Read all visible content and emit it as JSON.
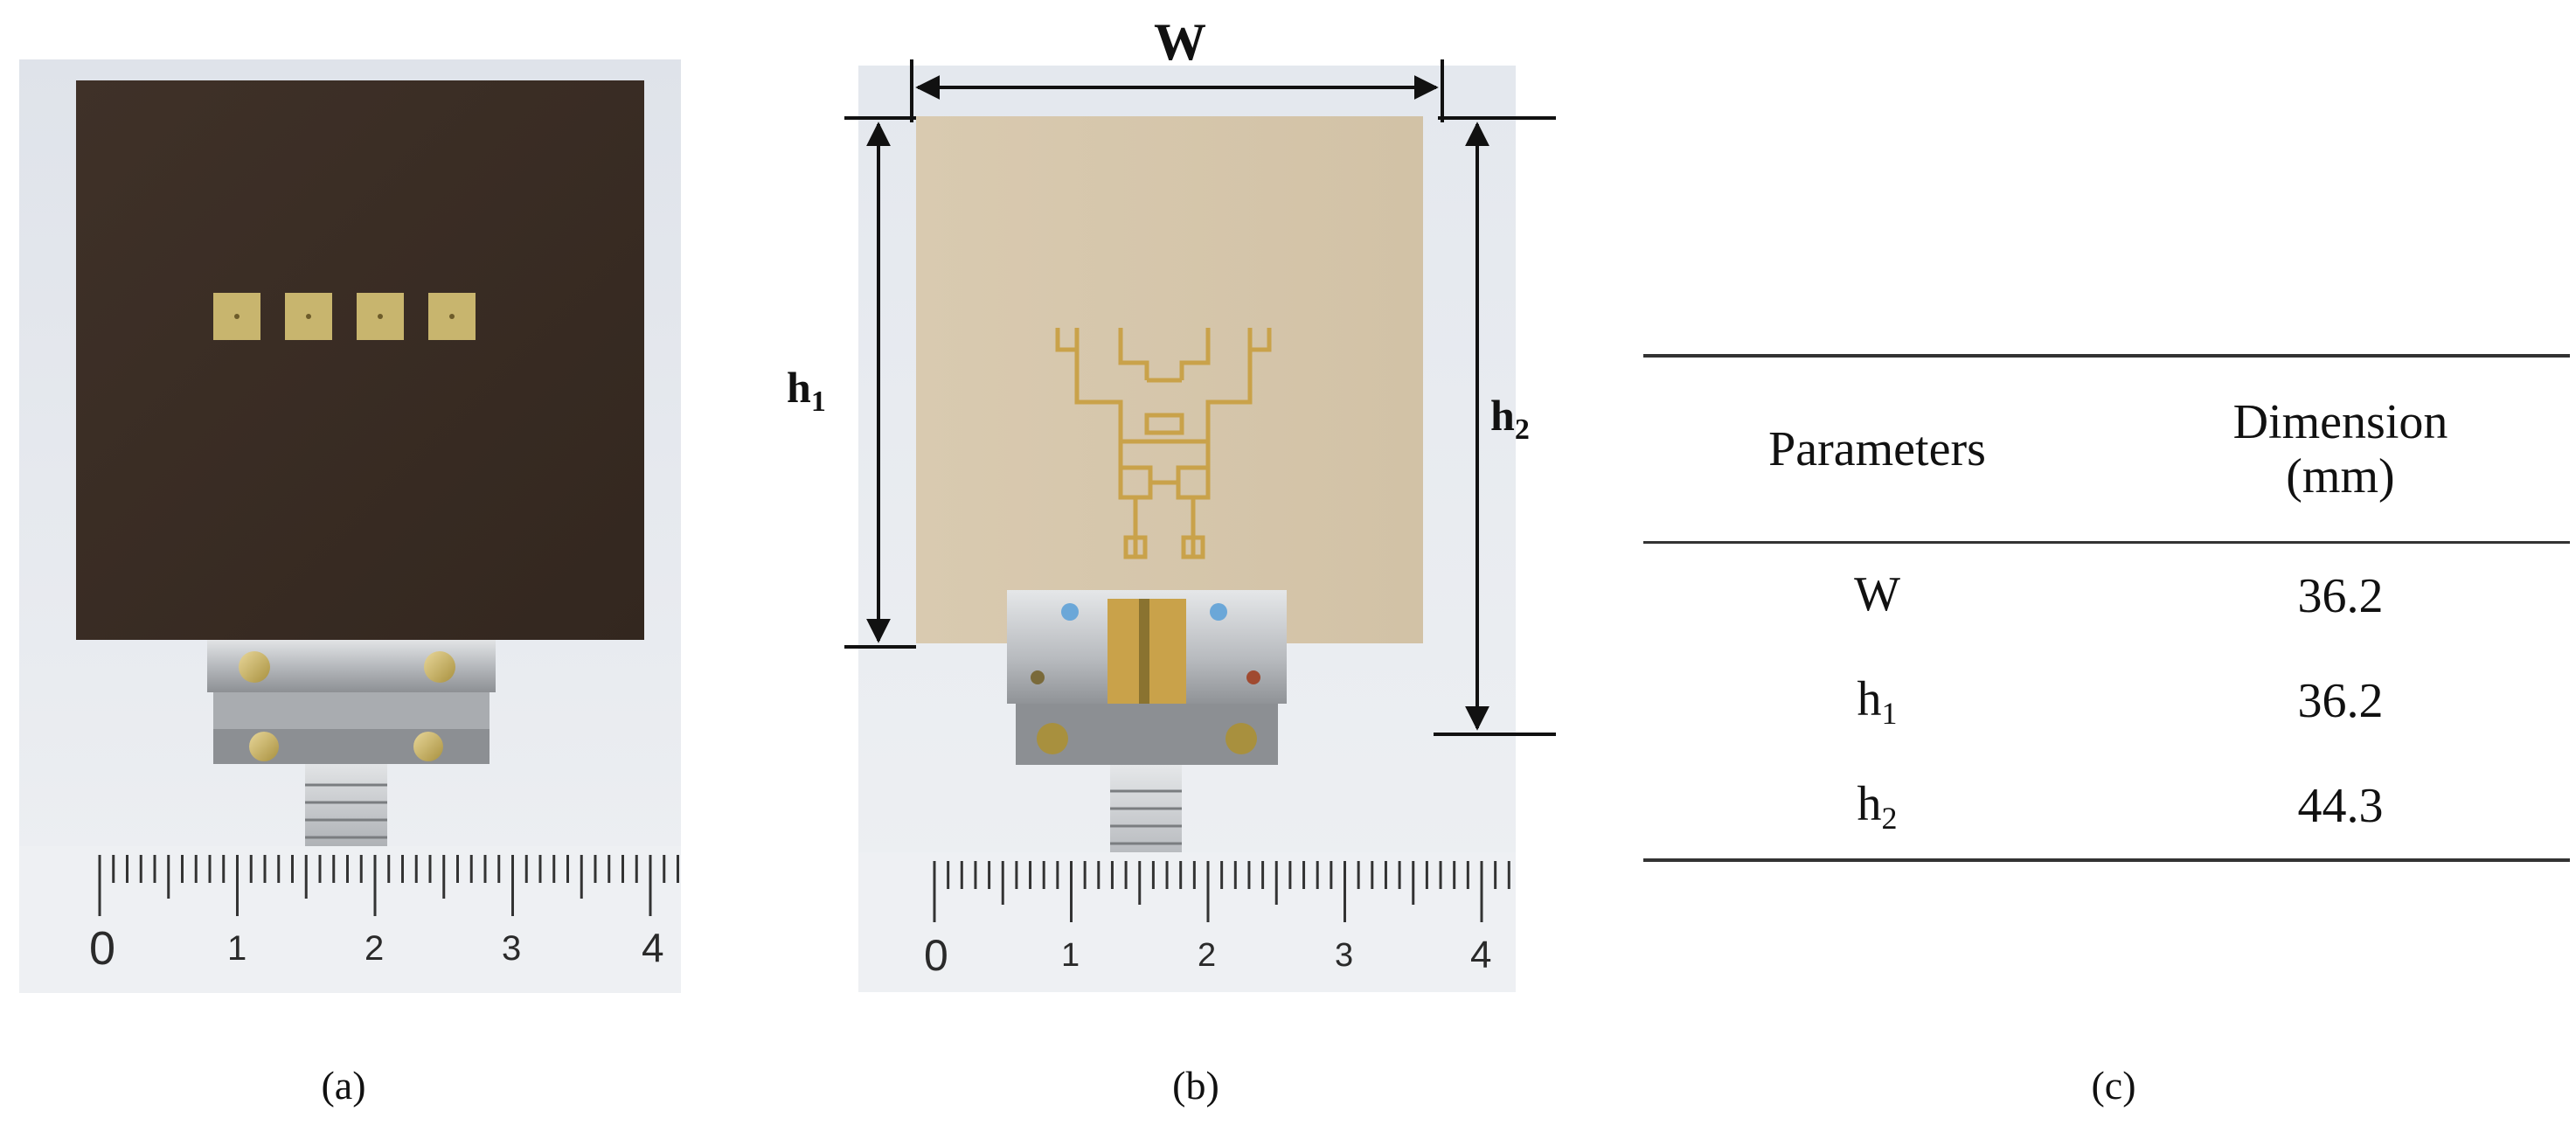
{
  "captions": {
    "a": "(a)",
    "b": "(b)",
    "c": "(c)"
  },
  "panel_b": {
    "label_w": "W",
    "label_h1_base": "h",
    "label_h1_sub": "1",
    "label_h2_base": "h",
    "label_h2_sub": "2"
  },
  "ruler_labels": [
    "0",
    "1",
    "2",
    "3",
    "4"
  ],
  "table": {
    "headers": [
      "Parameters",
      "Dimension\n(mm)"
    ],
    "rows": [
      {
        "param_base": "W",
        "param_sub": "",
        "value": "36.2"
      },
      {
        "param_base": "h",
        "param_sub": "1",
        "value": "36.2"
      },
      {
        "param_base": "h",
        "param_sub": "2",
        "value": "44.3"
      }
    ]
  },
  "colors": {
    "substrate_dark": "#3b2e25",
    "substrate_light": "#d6c7ad",
    "copper": "#c9a24a",
    "connector_metal": "#b9bcc0",
    "background_photo": "#e9ecf0"
  }
}
